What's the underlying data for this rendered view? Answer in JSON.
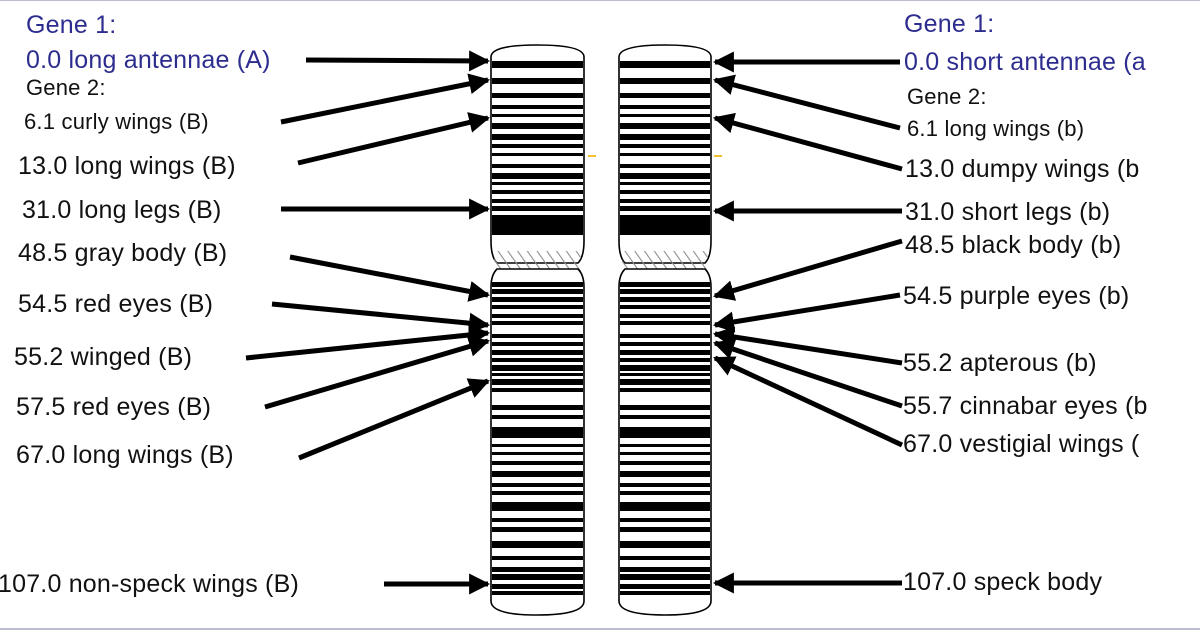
{
  "colors": {
    "gene1_text": "#2d2d8f",
    "text": "#111111",
    "band": "#000000",
    "centromere_hatch": "#999999",
    "marker": "#f2c12e"
  },
  "left": {
    "gene1_heading": "Gene 1:",
    "gene1_locus": "0.0 long antennae (A)",
    "gene2_heading": "Gene 2:",
    "loci": [
      "6.1 curly wings (B)",
      "13.0 long wings (B)",
      "31.0 long legs (B)",
      "48.5 gray body (B)",
      "54.5 red eyes (B)",
      "55.2 winged (B)",
      "57.5 red eyes (B)",
      "67.0 long wings (B)",
      "107.0 non-speck wings (B)"
    ]
  },
  "right": {
    "gene1_heading": "Gene 1:",
    "gene1_locus": "0.0 short antennae (a",
    "gene2_heading": "Gene 2:",
    "loci": [
      "6.1 long wings (b)",
      "13.0 dumpy wings (b",
      "31.0 short legs (b)",
      "48.5 black body (b)",
      "54.5 purple eyes (b)",
      "55.2 apterous (b)",
      "55.7 cinnabar eyes (b",
      "67.0 vestigial wings (",
      "107.0 speck body"
    ]
  }
}
